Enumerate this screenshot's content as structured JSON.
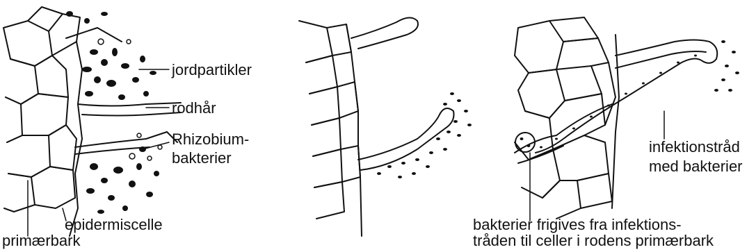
{
  "colors": {
    "ink": "#111111",
    "paper": "#ffffff"
  },
  "panels": [
    {
      "id": "left",
      "labels": {
        "soil": "jordpartikler",
        "root_hair": "rodhår",
        "rhizobium_line1": "Rhizobium-",
        "rhizobium_line2": "bakterier",
        "epidermis": "epidermiscelle",
        "cortex": "primærbark"
      }
    },
    {
      "id": "middle",
      "labels": {}
    },
    {
      "id": "right",
      "labels": {
        "thread_line1": "infektionstråd",
        "thread_line2": "med bakterier",
        "release_line1": "bakterier frigives fra infektions-",
        "release_line2": "tråden til celler i rodens primærbark"
      }
    }
  ]
}
